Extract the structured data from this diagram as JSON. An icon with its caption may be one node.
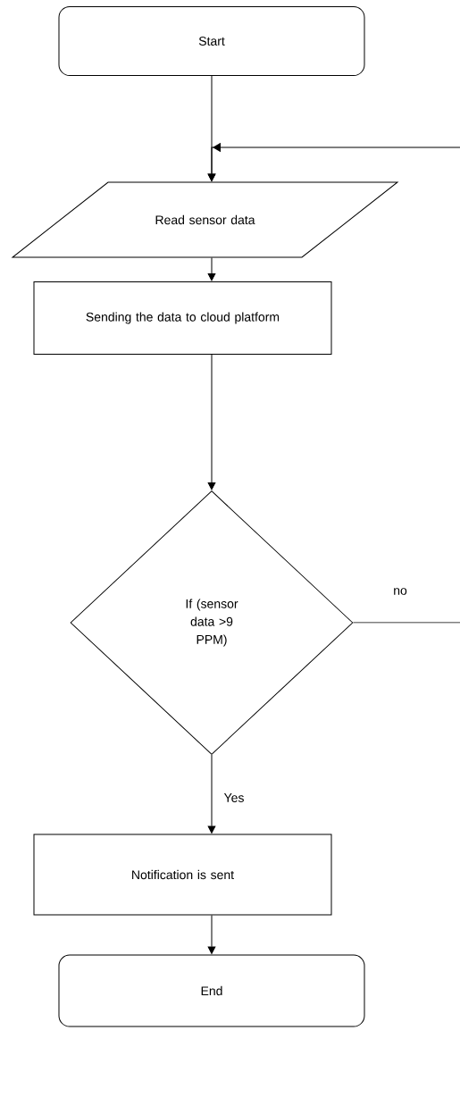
{
  "diagram": {
    "nodes": [
      {
        "text": [
          "Start"
        ]
      },
      {
        "text": [
          "Read sensor data"
        ]
      },
      {
        "text": [
          "Sending the data to cloud platform"
        ]
      },
      {
        "text": [
          "If (sensor data >9 PPM)"
        ]
      },
      {
        "text": [
          "Notification is sent"
        ]
      },
      {
        "text": [
          "End"
        ]
      }
    ],
    "edges": [
      {
        "from": 0,
        "to": 1,
        "arrow": "to"
      },
      {
        "from": 1,
        "to": 2,
        "arrow": "to"
      },
      {
        "from": 2,
        "to": 3,
        "arrow": "to"
      },
      {
        "from": 3,
        "to": 4,
        "arrow": "to",
        "label": "Yes"
      },
      {
        "from": 4,
        "to": 5,
        "arrow": "to"
      },
      {
        "from": 3,
        "to": 1,
        "arrow": "to",
        "label": "no"
      }
    ]
  }
}
